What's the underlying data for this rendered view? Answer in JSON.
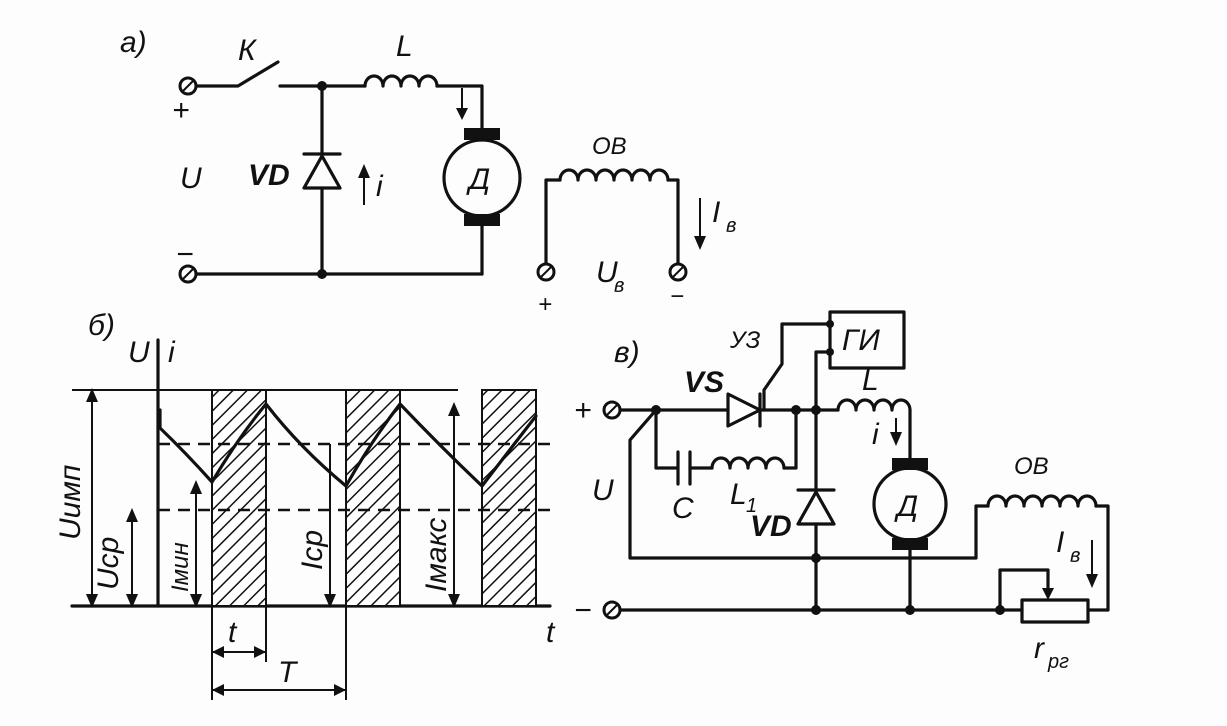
{
  "panel_a": {
    "label": "а)",
    "switch": "К",
    "inductor": "L",
    "plus": "+",
    "voltage": "U",
    "minus": "−",
    "diode": "VD",
    "current": "i",
    "motor": "Д",
    "field_winding": "ОВ",
    "field_current": "I",
    "field_current_sub": "в",
    "field_voltage": "U",
    "field_voltage_sub": "в",
    "field_plus": "+",
    "field_minus": "−"
  },
  "panel_b": {
    "label": "б)",
    "axis_u": "U",
    "axis_i": "i",
    "u_imp": "Uимп",
    "u_sr": "Uср",
    "i_min": "Iмин",
    "i_sr": "Iср",
    "i_max": "Iмакс",
    "pulse_width": "t",
    "period": "T",
    "time_axis": "t"
  },
  "panel_c": {
    "label": "в)",
    "thyristor": "VS",
    "control_node": "УЗ",
    "pulse_gen": "ГИ",
    "inductor": "L",
    "plus": "+",
    "voltage": "U",
    "minus": "−",
    "capacitor": "С",
    "inductor1": "L",
    "inductor1_sub": "1",
    "diode": "VD",
    "current": "i",
    "motor": "Д",
    "field_winding": "ОВ",
    "field_current": "I",
    "field_current_sub": "в",
    "rheostat": "r",
    "rheostat_sub": "рг"
  }
}
